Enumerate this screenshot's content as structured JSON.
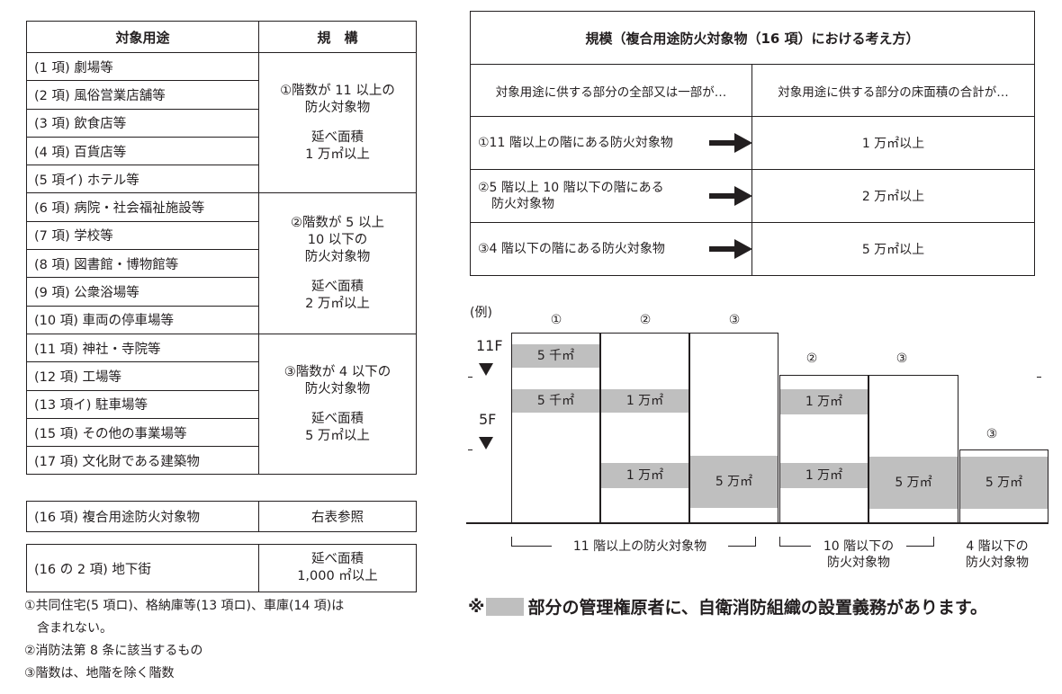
{
  "left_table": {
    "header_use": "対象用途",
    "header_scale": "規　構",
    "rows": [
      "(1 項)  劇場等",
      "(2 項)  風俗営業店舗等",
      "(3 項)  飲食店等",
      "(4 項)  百貨店等",
      "(5 項イ)  ホテル等",
      "(6 項)  病院・社会福祉施設等",
      "(7 項)  学校等",
      "(8 項)  図書館・博物館等",
      "(9 項)  公衆浴場等",
      "(10 項)  車両の停車場等",
      "(11 項)  神社・寺院等",
      "(12 項)  工場等",
      "(13 項イ)  駐車場等",
      "(15 項)  その他の事業場等",
      "(17 項)  文化財である建築物"
    ],
    "scale_1": [
      "①階数が 11 以上の",
      "防火対象物",
      "",
      "延べ面積",
      "1 万㎡以上"
    ],
    "scale_2": [
      "②階数が 5 以上",
      "10 以下の",
      "防火対象物",
      "",
      "延べ面積",
      "2 万㎡以上"
    ],
    "scale_3": [
      "③階数が 4 以下の",
      "防火対象物",
      "",
      "延べ面積",
      "5 万㎡以上"
    ]
  },
  "row16": {
    "use": "(16 項)  複合用途防火対象物",
    "scale": "右表参照"
  },
  "row16_2": {
    "use": "(16 の 2 項)  地下街",
    "scale_line1": "延べ面積",
    "scale_line2": "1,000 ㎡以上"
  },
  "notes": {
    "n1_line1": "①共同住宅(5 項ロ)、格納庫等(13 項ロ)、車庫(14 項)は",
    "n1_line2": "含まれない。",
    "n2": "②消防法第 8 条に該当するもの",
    "n3": "③階数は、地階を除く階数"
  },
  "right_table": {
    "title": "規模（複合用途防火対象物（16 項）における考え方）",
    "col1_header": "対象用途に供する部分の全部又は一部が…",
    "col2_header": "対象用途に供する部分の床面積の合計が…",
    "rows": [
      {
        "cond_line1": "①11 階以上の階にある防火対象物",
        "cond_line2": "",
        "value": "1 万㎡以上"
      },
      {
        "cond_line1": "②5 階以上 10 階以下の階にある",
        "cond_line2": "防火対象物",
        "value": "2 万㎡以上"
      },
      {
        "cond_line1": "③4 階以下の階にある防火対象物",
        "cond_line2": "",
        "value": "5 万㎡以上"
      }
    ]
  },
  "diagram": {
    "example_label": "(例)",
    "floor_11": "11F",
    "floor_5": "5F",
    "b1": {
      "num": "①",
      "band_top": "5 千㎡",
      "band_mid": "5 千㎡"
    },
    "b2": {
      "num": "②",
      "band_mid": "1 万㎡",
      "band_low": "1 万㎡"
    },
    "b3": {
      "num": "③",
      "band_low": "5 万㎡"
    },
    "b4": {
      "num": "②",
      "band_mid": "1 万㎡",
      "band_low": "1 万㎡"
    },
    "b5": {
      "num": "③",
      "band_low": "5 万㎡"
    },
    "b6": {
      "num": "③",
      "band_low": "5 万㎡"
    },
    "group1": "11 階以上の防火対象物",
    "group2_line1": "10 階以下の",
    "group2_line2": "防火対象物",
    "group3_line1": "4 階以下の",
    "group3_line2": "防火対象物",
    "band_color": "#bfbfbf"
  },
  "footnote": {
    "prefix": "※",
    "text": "部分の管理権原者に、自衛消防組織の設置義務があります。"
  }
}
